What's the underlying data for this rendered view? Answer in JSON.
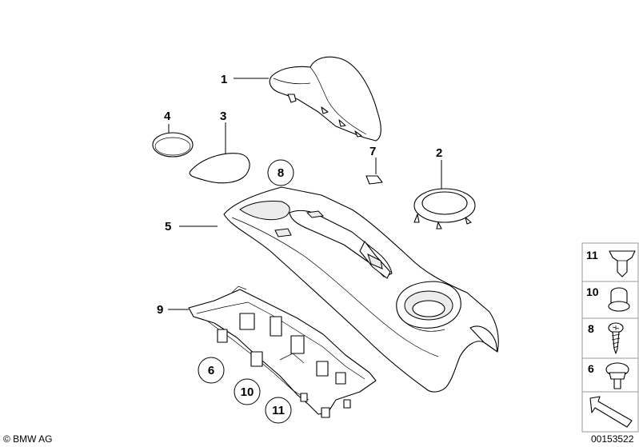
{
  "callouts": [
    {
      "id": "c1",
      "label": "1"
    },
    {
      "id": "c2",
      "label": "2"
    },
    {
      "id": "c3",
      "label": "3"
    },
    {
      "id": "c4",
      "label": "4"
    },
    {
      "id": "c5",
      "label": "5"
    },
    {
      "id": "c7",
      "label": "7"
    },
    {
      "id": "c9",
      "label": "9"
    }
  ],
  "circled": [
    {
      "id": "k8",
      "label": "8"
    },
    {
      "id": "k6",
      "label": "6"
    },
    {
      "id": "k10",
      "label": "10"
    },
    {
      "id": "k11",
      "label": "11"
    }
  ],
  "legend": [
    {
      "label": "11",
      "part": "expanding-clip"
    },
    {
      "label": "10",
      "part": "nut"
    },
    {
      "label": "8",
      "part": "screw"
    },
    {
      "label": "6",
      "part": "push-rivet"
    }
  ],
  "footer": {
    "copyright": "© BMW AG",
    "diagram_number": "00153522"
  }
}
